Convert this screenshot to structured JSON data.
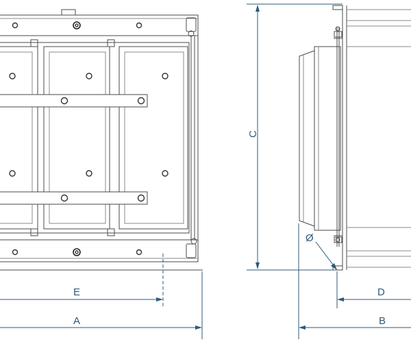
{
  "drawing": {
    "dimensions": {
      "a": "A",
      "b": "B",
      "c": "C",
      "d": "D",
      "e": "E",
      "diameter": "Ø"
    },
    "colors": {
      "line": "#4a4a4a",
      "dimension": "#2c5a7a",
      "background": "#ffffff"
    }
  }
}
